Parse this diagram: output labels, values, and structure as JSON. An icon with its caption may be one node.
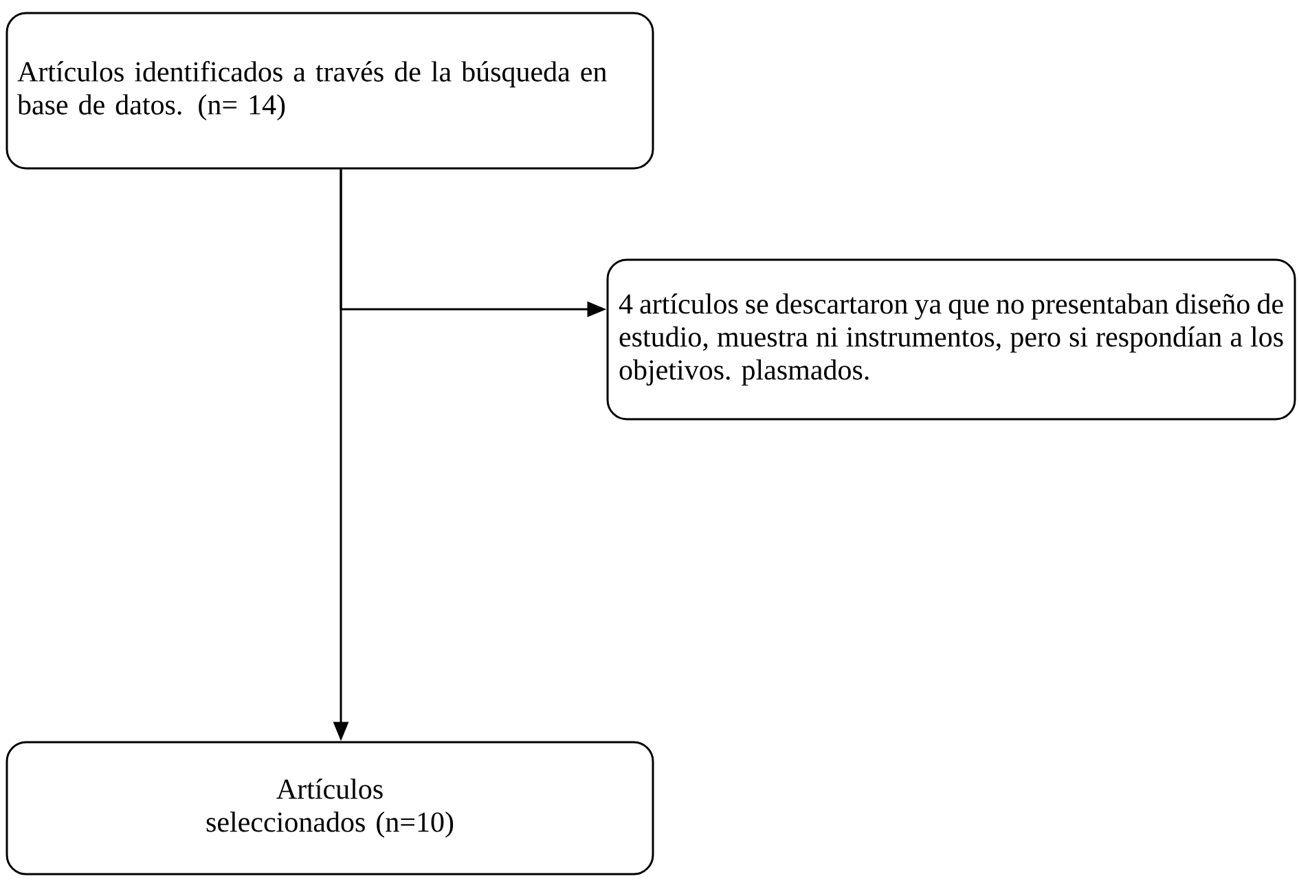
{
  "diagram": {
    "nodes": [
      {
        "text": [
          "Artículos identificados a través de la búsqueda en base de datos. (n= 14)"
        ]
      },
      {
        "text": [
          "4 artículos se descartaron ya que no presentaban diseño de estudio, muestra ni instrumentos, pero si respondían a los objetivos. plasmados."
        ]
      },
      {
        "text": [
          "Artículos seleccionados (n=10)"
        ]
      }
    ],
    "edges": [
      {
        "from": 0,
        "to": 2,
        "arrow": "to"
      },
      {
        "from": 0,
        "to": 1,
        "arrow": "to"
      }
    ]
  }
}
